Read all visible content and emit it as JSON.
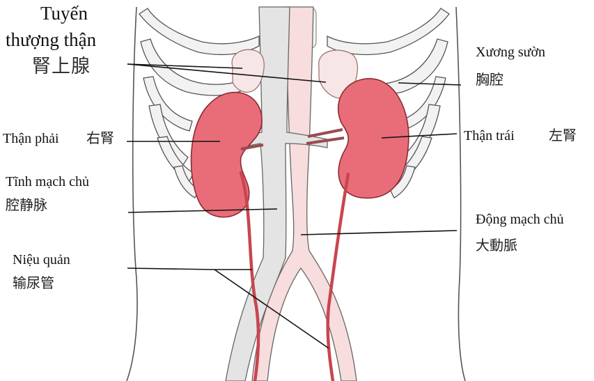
{
  "labels": {
    "adrenal": {
      "vn_line1": "Tuyến",
      "vn_line2": "thượng thận",
      "cn": "腎上腺"
    },
    "rib": {
      "vn": "Xương sườn",
      "cn": "胸腔"
    },
    "right_kidney": {
      "vn": "Thận phải",
      "cn": "右腎"
    },
    "left_kidney": {
      "vn": "Thận trái",
      "cn": "左腎"
    },
    "vena_cava": {
      "vn": "Tĩnh mạch chủ",
      "cn": "腔静脉"
    },
    "aorta": {
      "vn": "Động mạch chủ",
      "cn": "大動脈"
    },
    "ureter": {
      "vn": "Niệu quản",
      "cn": "输尿管"
    }
  },
  "colors": {
    "kidney": "#e96d78",
    "kidney_outline": "#8a2a33",
    "vena_cava": "#e6e6e6",
    "aorta": "#f7dddd",
    "ureter": "#c94550",
    "rib_fill": "#f2f2f2",
    "outline": "#444444",
    "adrenal": "#f6e6e6",
    "leader_line": "#111111"
  }
}
